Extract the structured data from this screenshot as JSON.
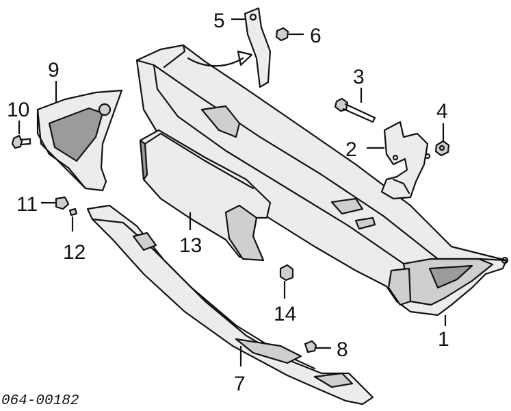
{
  "callouts": {
    "c1": "1",
    "c2": "2",
    "c3": "3",
    "c4": "4",
    "c5": "5",
    "c6": "6",
    "c7": "7",
    "c8": "8",
    "c9": "9",
    "c10": "10",
    "c11": "11",
    "c12": "12",
    "c13": "13",
    "c14": "14"
  },
  "diagram_number": "064-00182"
}
